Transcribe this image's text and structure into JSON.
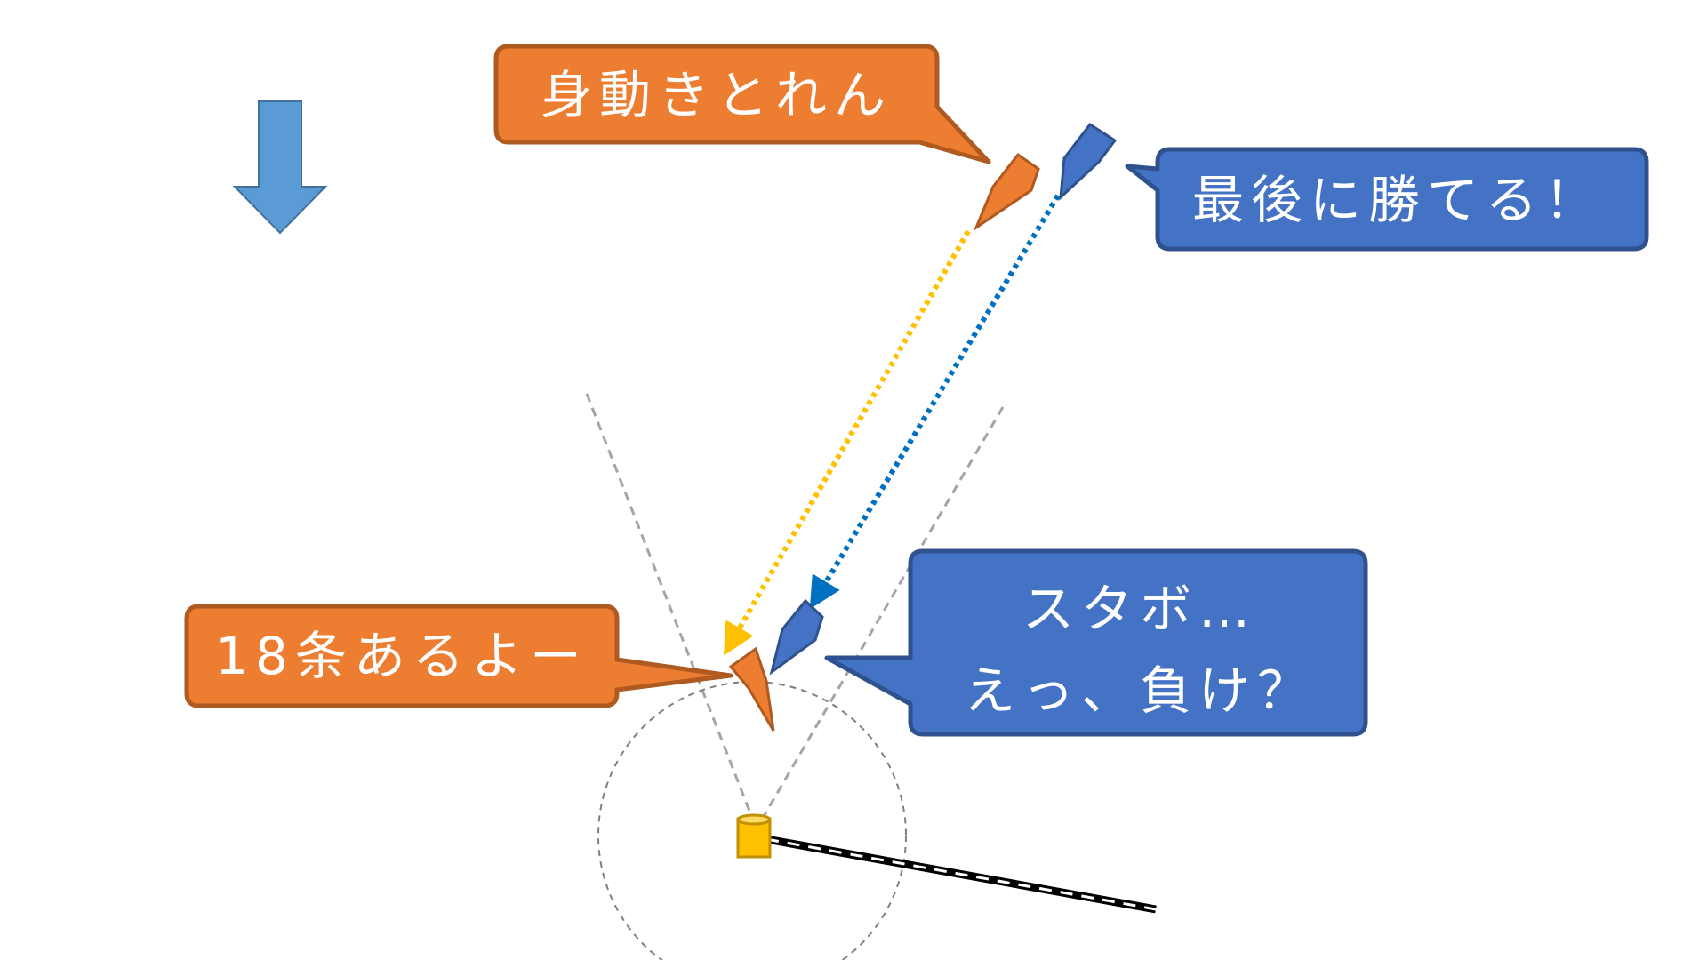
{
  "colors": {
    "orange_fill": "#ED7D31",
    "orange_border": "#AE5A21",
    "blue_fill": "#4472C4",
    "blue_border": "#2F528F",
    "arrow_blue": "#5B9BD5",
    "yellow_track": "#FFC000",
    "blue_track": "#0070C0",
    "gray_line": "#A5A5A5",
    "mark": "#FFC000"
  },
  "bubbles": {
    "top_orange": {
      "text": "身動きとれん"
    },
    "top_blue": {
      "text": "最後に勝てる！"
    },
    "bottom_orange": {
      "text": "18条あるよー"
    },
    "bottom_blue": {
      "line1": "スタボ…",
      "line2": "えっ、負け？"
    }
  }
}
